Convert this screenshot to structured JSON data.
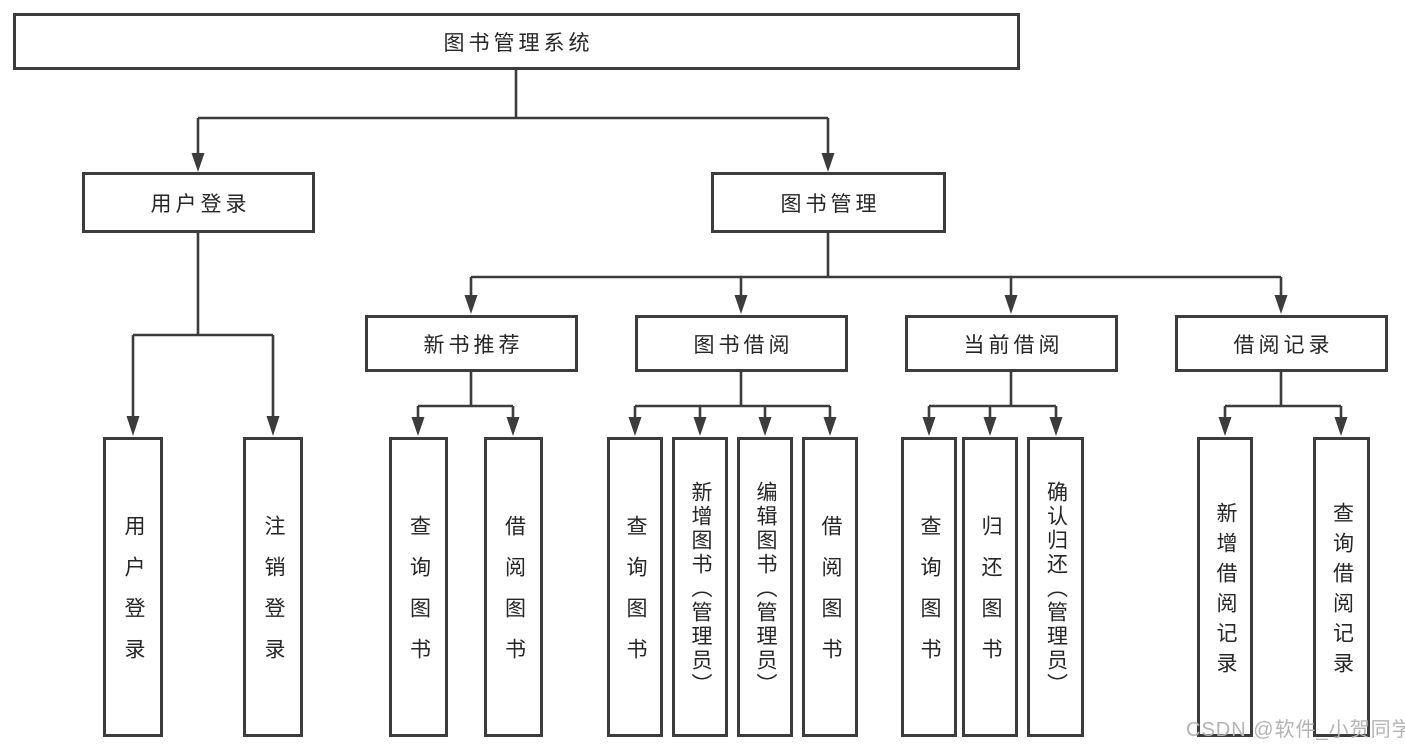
{
  "diagram": {
    "root": {
      "label": "图书管理系统"
    },
    "login": {
      "label": "用户登录",
      "children": [
        "用户登录",
        "注销登录"
      ]
    },
    "management": {
      "label": "图书管理",
      "sections": [
        {
          "label": "新书推荐",
          "children": [
            "查询图书",
            "借阅图书"
          ]
        },
        {
          "label": "图书借阅",
          "children": [
            "查询图书",
            "新增图书（管理员）",
            "编辑图书（管理员）",
            "借阅图书"
          ]
        },
        {
          "label": "当前借阅",
          "children": [
            "查询图书",
            "归还图书",
            "确认归还（管理员）"
          ]
        },
        {
          "label": "借阅记录",
          "children": [
            "新增借阅记录",
            "查询借阅记录"
          ]
        }
      ]
    }
  },
  "watermark": {
    "text": "CSDN @软件_小贺同学"
  },
  "colors": {
    "line": "#3c3c3c",
    "text": "#262626",
    "watermark": "#b4b4b4",
    "background": "#ffffff"
  }
}
